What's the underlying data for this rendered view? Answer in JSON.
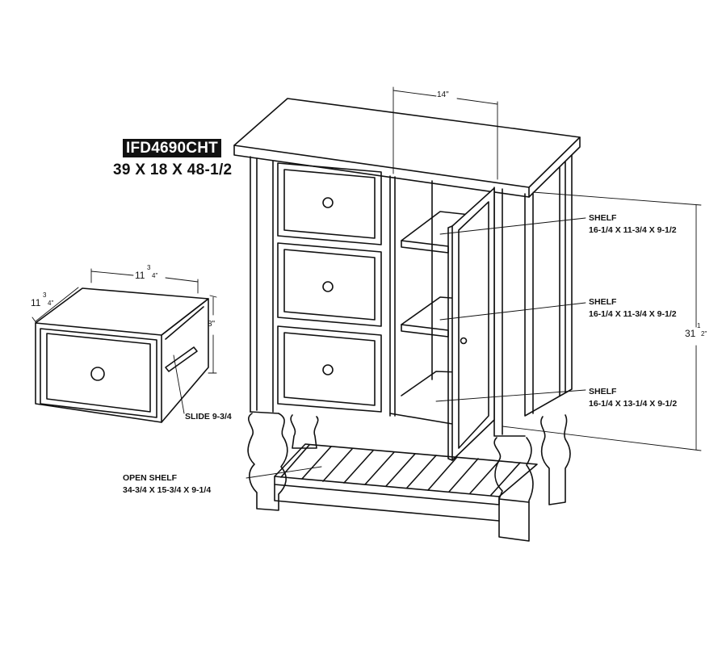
{
  "product": {
    "model_code": "IFD4690CHT",
    "overall_dimensions": "39 X 18 X 48-1/2"
  },
  "dimensions": {
    "depth_top": "14\"",
    "drawer_width_whole": "11",
    "drawer_width_num": "3",
    "drawer_width_den": "4\"",
    "drawer_depth_whole": "11",
    "drawer_depth_num": "3",
    "drawer_depth_den": "4\"",
    "drawer_height": "8\"",
    "cabinet_height_whole": "31",
    "cabinet_height_num": "1",
    "cabinet_height_den": "2\""
  },
  "callouts": {
    "shelf_top_label": "SHELF",
    "shelf_top_dims": "16-1/4 X 11-3/4 X 9-1/2",
    "shelf_mid_label": "SHELF",
    "shelf_mid_dims": "16-1/4 X 11-3/4 X 9-1/2",
    "shelf_bottom_label": "SHELF",
    "shelf_bottom_dims": "16-1/4 X 13-1/4 X 9-1/2",
    "slide": "SLIDE 9-3/4",
    "open_shelf_label": "OPEN SHELF",
    "open_shelf_dims": "34-3/4 X 15-3/4 X 9-1/4"
  }
}
